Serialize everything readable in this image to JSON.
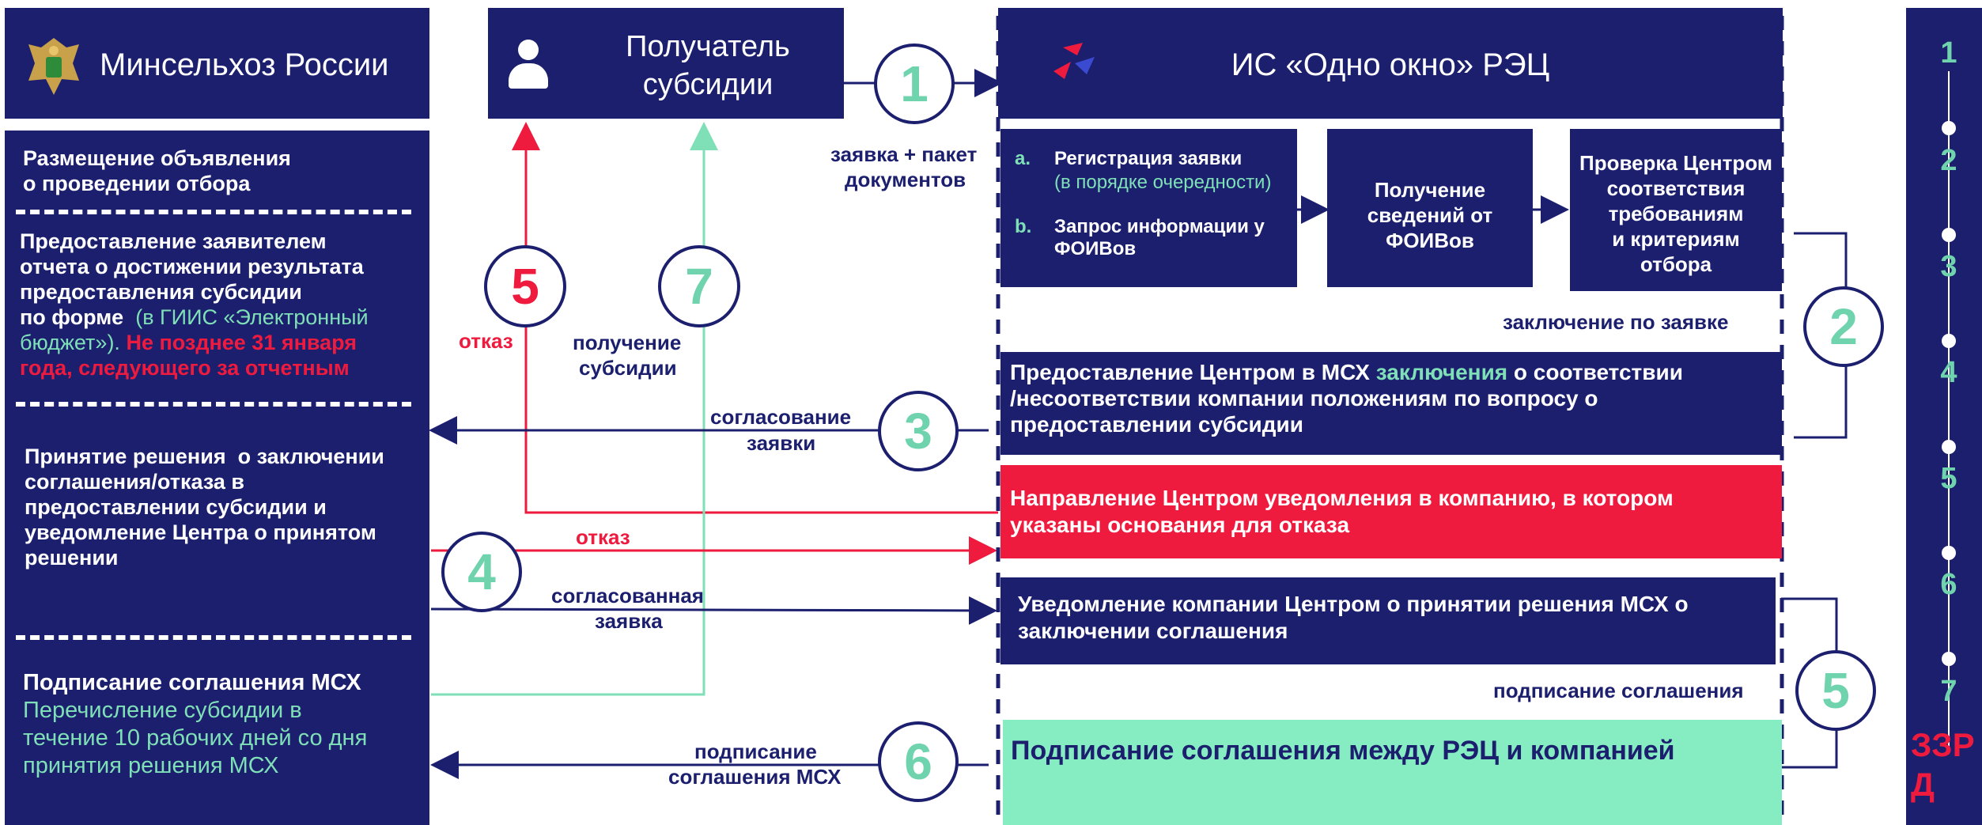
{
  "ministry": {
    "title": "Минсельхоз России"
  },
  "recipient": {
    "title_line1": "Получатель",
    "title_line2": "субсидии"
  },
  "system": {
    "title": "ИС «Одно окно» РЭЦ"
  },
  "left_panel": {
    "s1_line1": "Размещение объявления",
    "s1_line2": "о проведении отбора",
    "s2_line1": "Предоставление заявителем",
    "s2_line2": "отчета о достижении результата",
    "s2_line3": "предоставления субсидии",
    "s2_line4a": "по форме ",
    "s2_line4b": " (в ГИИС «Электронный",
    "s2_line5a": "бюджет»).",
    "s2_line5b": " Не позднее 31 января",
    "s2_line6": "года, следующего за отчетным",
    "s3_line1": "Принятие решения  о заключении",
    "s3_line2": "соглашения/отказа в",
    "s3_line3": "предоставлении субсидии и",
    "s3_line4": "уведомление Центра о принятом",
    "s3_line5": "решении",
    "s4_title": "Подписание соглашения МСХ",
    "s4_line1": "Перечисление субсидии в",
    "s4_line2": "течение 10 рабочих дней со дня",
    "s4_line3": "принятия решения МСХ"
  },
  "steps_box": {
    "a_marker": "a.",
    "a_title": "Регистрация заявки",
    "a_note": "(в порядке очередности)",
    "b_marker": "b.",
    "b_line1": "Запрос информации у",
    "b_line2": "ФОИВов",
    "get_line1": "Получение",
    "get_line2": "сведений от",
    "get_line3": "ФОИВов",
    "check_line1": "Проверка Центром",
    "check_line2": "соответствия",
    "check_line3": "требованиям",
    "check_line4": "и критериям",
    "check_line5": "отбора"
  },
  "conclusion_label": "заключение по заявке",
  "provide_box": {
    "line1a": "Предоставление Центром в МСХ ",
    "line1b": "заключения",
    "line1c": " о соответствии",
    "line2": "/несоответствии компании положениям по вопросу о",
    "line3": "предоставлении субсидии"
  },
  "refusal_box": {
    "line1": "Направление Центром уведомления в компанию, в котором",
    "line2": "указаны основания для отказа"
  },
  "notify_box": {
    "line1": "Уведомление компании Центром о принятии решения МСХ о",
    "line2": "заключении соглашения"
  },
  "signing_label": "подписание соглашения",
  "sign_box": {
    "text": "Подписание соглашения между РЭЦ и компанией"
  },
  "flow_labels": {
    "app_line1": "заявка + пакет",
    "app_line2": "документов",
    "refusal_top": "отказ",
    "receive_line1": "получение",
    "receive_line2": "субсидии",
    "approve_line1": "согласование",
    "approve_line2": "заявки",
    "refusal_mid": "отказ",
    "approved_line1": "согласованная",
    "approved_line2": "заявка",
    "msx_sign_line1": "подписание",
    "msx_sign_line2": "соглашения МСХ"
  },
  "badges": [
    "1",
    "2",
    "3",
    "4",
    "5",
    "6",
    "7",
    "5"
  ],
  "timeline": {
    "steps": [
      "1",
      "2",
      "3",
      "4",
      "5",
      "6",
      "7"
    ],
    "end_line1": "ЗЗР",
    "end_line2": "Д"
  },
  "colors": {
    "navy": "#1b1f6e",
    "mint": "#7fe0b8",
    "red": "#ee1b3e",
    "green_box": "#86ecc1"
  }
}
